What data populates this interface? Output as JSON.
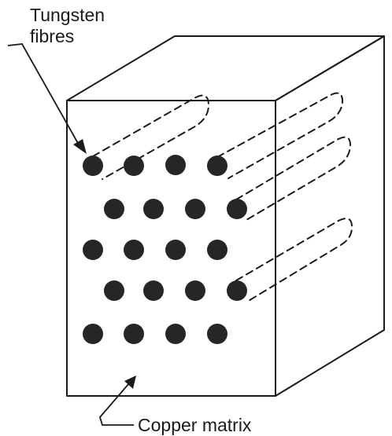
{
  "labels": {
    "fibres_line1": "Tungsten",
    "fibres_line2": "fibres",
    "matrix": "Copper matrix"
  },
  "colors": {
    "line": "#1a1a1a",
    "fibre": "#262626",
    "background": "#ffffff"
  }
}
